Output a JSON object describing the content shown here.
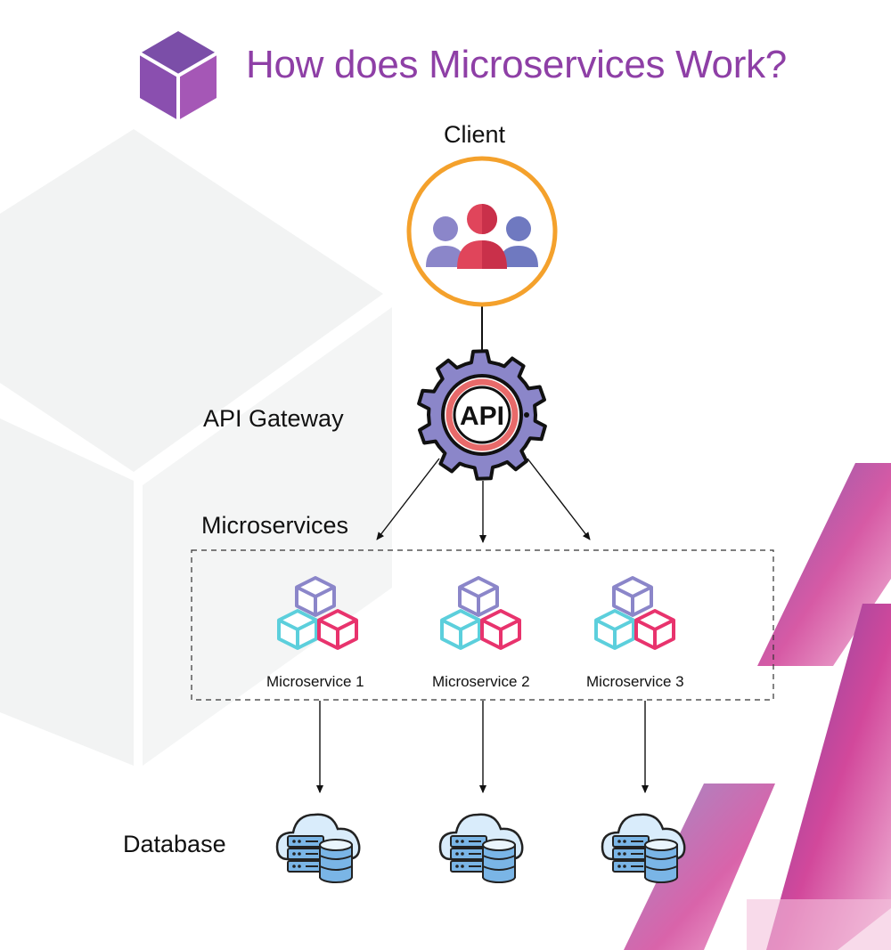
{
  "title": "How does Microservices Work?",
  "labels": {
    "client": "Client",
    "api_gateway": "API Gateway",
    "microservices": "Microservices",
    "database": "Database"
  },
  "gateway_icon_text": "API",
  "services": [
    {
      "label": "Microservice 1"
    },
    {
      "label": "Microservice 2"
    },
    {
      "label": "Microservice 3"
    }
  ],
  "colors": {
    "title": "#8e3fa6",
    "logo_top": "#7b4ea8",
    "logo_left": "#8a4faf",
    "logo_right": "#a557b6",
    "client_ring": "#f4a12c",
    "gear": "#8b86c9",
    "gear_ring": "#e86a6a",
    "cube_purple": "#8b86c9",
    "cube_teal": "#5ccfdc",
    "cube_pink": "#e8336d",
    "db_blue": "#7ab5e6",
    "db_light": "#d9ecfb"
  },
  "icons": {
    "logo": "cube-logo-icon",
    "client": "users-group-icon",
    "gateway": "api-gear-icon",
    "service": "cubes-icon",
    "database": "cloud-database-icon"
  }
}
